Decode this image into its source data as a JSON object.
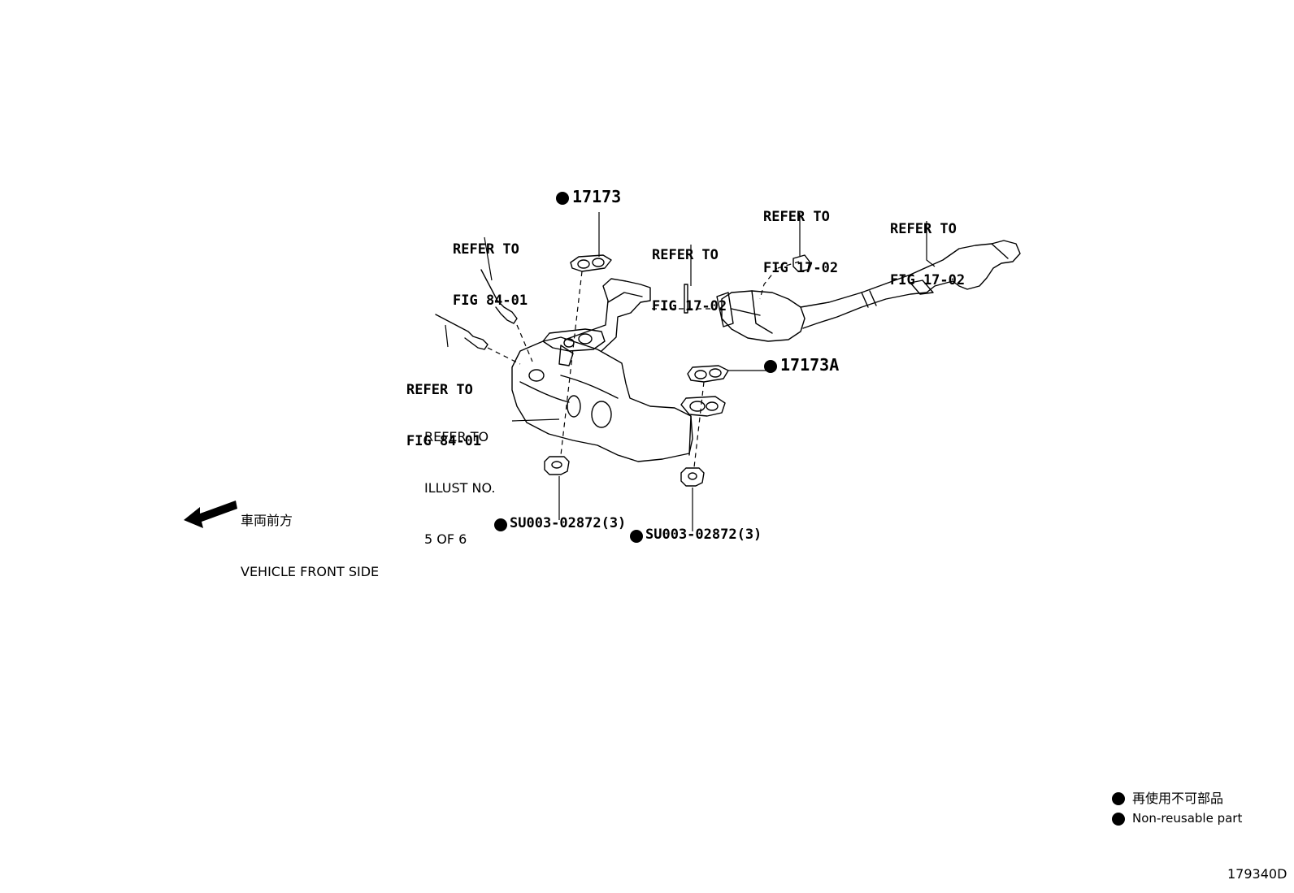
{
  "refers": {
    "fig84_top": [
      "REFER TO",
      "FIG 84-01"
    ],
    "fig84_bottom": [
      "REFER TO",
      "FIG 84-01"
    ],
    "fig1702_a": [
      "REFER TO",
      "FIG 17-02"
    ],
    "fig1702_b": [
      "REFER TO",
      "FIG 17-02"
    ],
    "fig1702_c": [
      "REFER TO",
      "FIG 17-02"
    ],
    "illust": [
      "REFER TO",
      "ILLUST NO.",
      "5 OF 6"
    ]
  },
  "parts": {
    "p17173": "17173",
    "p17173a": "17173A",
    "su_left": "SU003-02872(3)",
    "su_right": "SU003-02872(3)"
  },
  "direction": {
    "jp": "車両前方",
    "en": "VEHICLE FRONT SIDE"
  },
  "legend": {
    "jp": "再使用不可部品",
    "en": "Non-reusable part"
  },
  "figure_id": "179340D"
}
